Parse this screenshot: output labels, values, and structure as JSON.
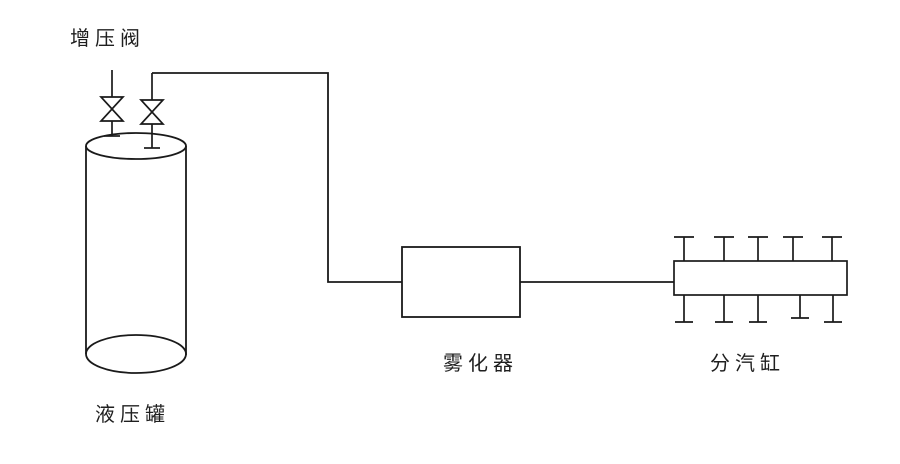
{
  "diagram": {
    "labels": {
      "booster_valve": "增压阀",
      "hydraulic_tank": "液压罐",
      "atomizer": "雾化器",
      "steam_distributor": "分汽缸"
    },
    "colors": {
      "line": "#1a1a1a",
      "text": "#1f1f1f",
      "background": "#ffffff"
    },
    "structure": {
      "valve_count": 2,
      "distributor_top_ports": 5,
      "distributor_bottom_ports": 5
    }
  }
}
